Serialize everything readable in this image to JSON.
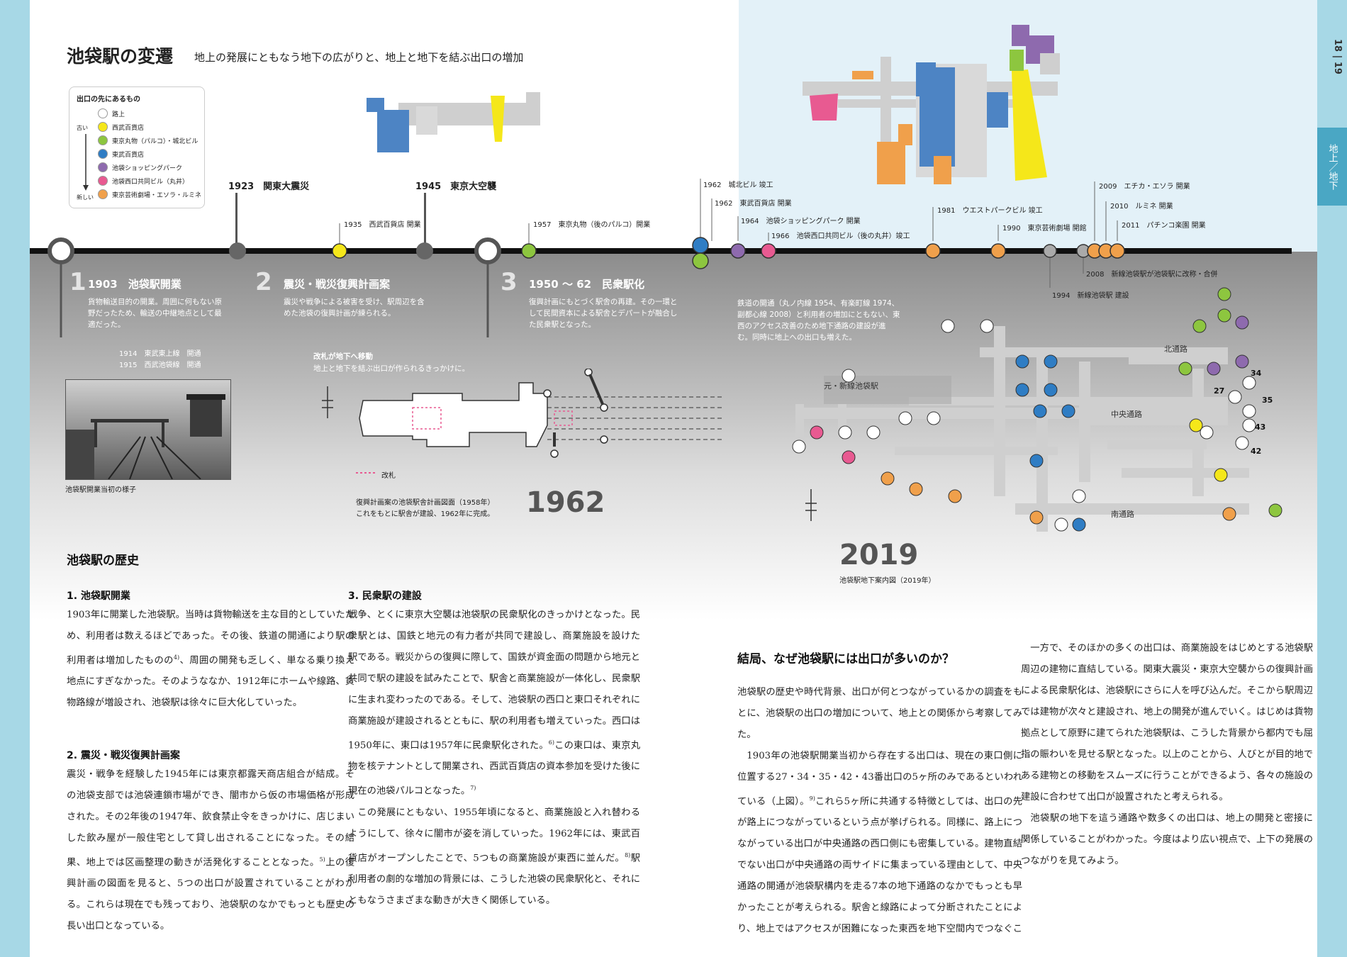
{
  "header": {
    "title": "池袋駅の変遷",
    "subtitle": "地上の発展にともなう地下の広がりと、地上と地下を結ぶ出口の増加"
  },
  "side_tab": {
    "page_numbers": "18 | 19",
    "section": "地上／地下"
  },
  "legend": {
    "title": "出口の先にあるもの",
    "old_label": "古い",
    "new_label": "新しい",
    "items": [
      {
        "label": "路上",
        "color": "#ffffff"
      },
      {
        "label": "西武百貨店",
        "color": "#f5e71a"
      },
      {
        "label": "東京丸物（パルコ）・城北ビル",
        "color": "#8dc63f"
      },
      {
        "label": "東武百貨店",
        "color": "#2f7dc4"
      },
      {
        "label": "池袋ショッピングパーク",
        "color": "#8e6aae"
      },
      {
        "label": "池袋西口共同ビル（丸井）",
        "color": "#e85a91"
      },
      {
        "label": "東京芸術劇場・エソラ・ルミネ",
        "color": "#f0a04b"
      }
    ]
  },
  "timeline": {
    "events_above": [
      {
        "label": "1923　関東大震災"
      },
      {
        "label": "1935　西武百貨店 開業"
      },
      {
        "label": "1945　東京大空襲"
      },
      {
        "label": "1957　東京丸物（後のパルコ）開業"
      },
      {
        "label": "1962　城北ビル 竣工"
      },
      {
        "label": "1962　東武百貨店 開業"
      },
      {
        "label": "1964　池袋ショッピングパーク 開業"
      },
      {
        "label": "1966　池袋西口共同ビル（後の丸井）竣工"
      },
      {
        "label": "1981　ウエストパークビル 竣工"
      },
      {
        "label": "1990　東京芸術劇場 開館"
      },
      {
        "label": "2009　エチカ・エソラ 開業"
      },
      {
        "label": "2010　ルミネ 開業"
      },
      {
        "label": "2011　パチンコ楽園 開業"
      }
    ],
    "events_below": [
      {
        "label": "2008　新線池袋駅が池袋駅に改称・合併"
      },
      {
        "label": "1994　新線池袋駅 建設"
      }
    ],
    "eras": [
      {
        "num": "1",
        "title": "1903　池袋駅開業",
        "desc": "貨物輸送目的の開業。周囲に何もない原野だったため、輸送の中継地点として最適だった。"
      },
      {
        "num": "2",
        "title": "震災・戦災復興計画案",
        "desc": "震災や戦争による被害を受け、駅周辺を含めた池袋の復興計画が練られる。"
      },
      {
        "num": "3",
        "title": "1950 ～ 62　民衆駅化",
        "desc": "復興計画にもとづく駅舎の再建。その一環として民間資本による駅舎とデパートが融合した民衆駅となった。"
      }
    ],
    "era1_notes": [
      "1914　東武東上線　開通",
      "1915　西武池袋線　開通"
    ],
    "era4_desc": "鉄道の開通（丸ノ内線 1954、有楽町線 1974、副都心線 2008）と利用者の増加にともない、東西のアクセス改善のため地下通路の建設が進む。同時に地上への出口も増えた。"
  },
  "photo": {
    "caption": "池袋駅開業当初の様子"
  },
  "map1962": {
    "note_title": "改札が地下へ移動",
    "note_desc": "地上と地下を結ぶ出口が作られるきっかけに。",
    "gate_legend": "改札",
    "caption1": "復興計画案の池袋駅舎計画図面（1958年）",
    "caption2": "これをもとに駅舎が建設、1962年に完成。",
    "year": "1962"
  },
  "map2019": {
    "year": "2019",
    "caption": "池袋駅地下案内図（2019年）",
    "street_labels": [
      "北通路",
      "中央通路",
      "南通路",
      "元・新線池袋駅"
    ],
    "exit_numbers": [
      "34",
      "27",
      "35",
      "43",
      "42"
    ]
  },
  "history": {
    "title": "池袋駅の歴史",
    "s1_head": "1. 池袋駅開業",
    "s1_body": "1903年に開業した池袋駅。当時は貨物輸送を主な目的としていたため、利用者は数えるほどであった。その後、鉄道の開通により駅の利用者は増加したものの",
    "s1_sup": "4)",
    "s1_body2": "、周囲の開発も乏しく、単なる乗り換え地点にすぎなかった。そのようななか、1912年にホームや線路、貨物路線が増設され、池袋駅は徐々に巨大化していった。",
    "s2_head": "2. 震災・戦災復興計画案",
    "s2_body": "震災・戦争を経験した1945年には東京都露天商店組合が結成。その池袋支部では池袋連鎖市場ができ、闇市から仮の市場価格が形成された。その2年後の1947年、飲食禁止令をきっかけに、店じまいした飲み屋が一般住宅として貸し出されることになった。その結果、地上では区画整理の動きが活発化することとなった。",
    "s2_sup": "5)",
    "s2_body2": "上の復興計画の図面を見ると、5つの出口が設置されていることがわかる。これらは現在でも残っており、池袋駅のなかでもっとも歴史の長い出口となっている。",
    "s3_head": "3. 民衆駅の建設",
    "s3_body": "戦争、とくに東京大空襲は池袋駅の民衆駅化のきっかけとなった。民衆駅とは、国鉄と地元の有力者が共同で建設し、商業施設を設けた駅である。戦災からの復興に際して、国鉄が資金面の問題から地元と共同で駅の建設を試みたことで、駅舎と商業施設が一体化し、民衆駅に生まれ変わったのである。そして、池袋駅の西口と東口それぞれに商業施設が建設されるとともに、駅の利用者も増えていった。西口は1950年に、東口は1957年に民衆駅化された。",
    "s3_sup": "6)",
    "s3_body2": "この東口は、東京丸物を核テナントとして開業され、西武百貨店の資本参加を受けた後に現在の池袋パルコとなった。",
    "s3_sup2": "7)",
    "s3_p2": "この発展にともない、1955年頃になると、商業施設と入れ替わるようにして、徐々に闇市が姿を消していった。1962年には、東武百貨店がオープンしたことで、5つもの商業施設が東西に並んだ。",
    "s3_sup3": "8)",
    "s3_p2b": "駅利用者の劇的な増加の背景には、こうした池袋の民衆駅化と、それにともなうさまざまな動きが大きく関係している。"
  },
  "conclusion": {
    "title": "結局、なぜ池袋駅には出口が多いのか？",
    "p1": "池袋駅の歴史や時代背景、出口が何とつながっているかの調査をもとに、池袋駅の出口の増加について、地上との関係から考察してみた。",
    "p2a": "1903年の池袋駅開業当初から存在する出口は、現在の東口側に位置する27・34・35・42・43番出口の5ヶ所のみであるといわれている（上図）。",
    "p2_sup": "9)",
    "p2b": "これら5ヶ所に共通する特徴としては、出口の先が路上につながっているという点が挙げられる。同様に、路上につながっている出口が中央通路の西口側にも密集している。建物直結でない出口が中央通路の両サイドに集まっている理由として、中央通路の開通が池袋駅構内を走る7本の地下通路のなかでもっとも早かったことが考えられる。駅舎と線路によって分断されたことにより、地上ではアクセスが困難になった東西を地下空間内でつなぐことがまずは最重視されたのであろう。",
    "p3": "一方で、そのほかの多くの出口は、商業施設をはじめとする池袋駅周辺の建物に直結している。関東大震災・東京大空襲からの復興計画による民衆駅化は、池袋駅にさらに人を呼び込んだ。そこから駅周辺では建物が次々と建設され、地上の開発が進んでいく。はじめは貨物拠点として原野に建てられた池袋駅は、こうした背景から都内でも屈指の賑わいを見せる駅となった。以上のことから、人びとが目的地である建物との移動をスムーズに行うことができるよう、各々の施設の建設に合わせて出口が設置されたと考えられる。",
    "p4": "池袋駅の地下を這う通路や数多くの出口は、地上の開発と密接に関係していることがわかった。今度はより広い視点で、上下の発展のつながりを見てみよう。"
  }
}
